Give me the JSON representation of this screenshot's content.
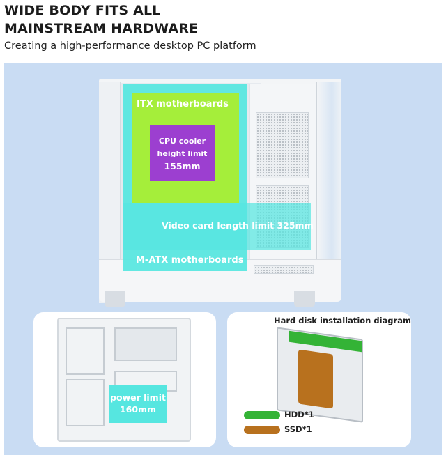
{
  "header": {
    "title_line1": "WIDE BODY FITS ALL",
    "title_line2": "MAINSTREAM HARDWARE",
    "subtitle": "Creating a high-performance desktop PC platform"
  },
  "case_diagram": {
    "itx_label": "ITX motherboards",
    "cpu_label_line1": "CPU cooler",
    "cpu_label_line2": "height limit",
    "cpu_label_line3": "155mm",
    "vga_label": "Video card length limit 325mm",
    "matx_label": "M-ATX motherboards"
  },
  "psu_card": {
    "label_line1": "power limit",
    "label_line2": "160mm"
  },
  "disk_card": {
    "title": "Hard disk installation diagram",
    "legend": [
      {
        "label": "HDD*1",
        "color": "#34b336"
      },
      {
        "label": "SSD*1",
        "color": "#b8711e"
      }
    ]
  },
  "colors": {
    "panel_background": "#c9dcf3",
    "itx_zone": "#a5ee3a",
    "matx_zone": "#56e6e0",
    "cpu_zone": "#9c3fd0"
  }
}
